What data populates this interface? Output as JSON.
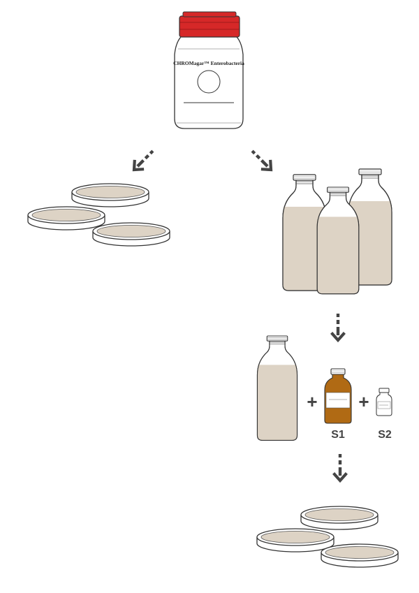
{
  "jar": {
    "label": "CHROMagar™ Enterobacteria",
    "cap_color": "#d62828"
  },
  "supplements": {
    "plus_sign": "+",
    "s1_label": "S1",
    "s2_label": "S2",
    "s1_color": "#b06a14"
  },
  "colors": {
    "medium": "#ddd3c5",
    "outline": "#333333",
    "arrow": "#444444"
  }
}
